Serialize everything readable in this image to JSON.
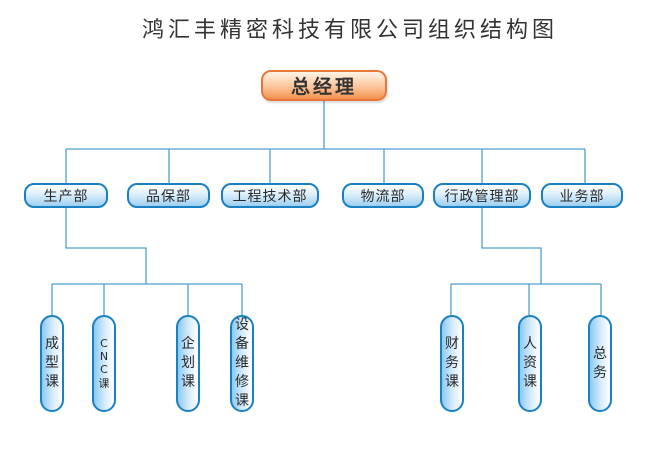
{
  "title": "鸿汇丰精密科技有限公司组织结构图",
  "colors": {
    "line": "#4ea0cf",
    "manager_border": "#e8783a",
    "dept_border": "#1a80c4"
  },
  "manager": {
    "label": "总经理"
  },
  "departments": [
    {
      "label": "生产部"
    },
    {
      "label": "品保部"
    },
    {
      "label": "工程技术部"
    },
    {
      "label": "物流部"
    },
    {
      "label": "行政管理部"
    },
    {
      "label": "业务部"
    }
  ],
  "production_sections": [
    {
      "label": "成型课"
    },
    {
      "label": "CNC课"
    },
    {
      "label": "企划课"
    },
    {
      "label": "设备维修课"
    }
  ],
  "admin_sections": [
    {
      "label": "财务课"
    },
    {
      "label": "人资课"
    },
    {
      "label": "总务"
    }
  ]
}
